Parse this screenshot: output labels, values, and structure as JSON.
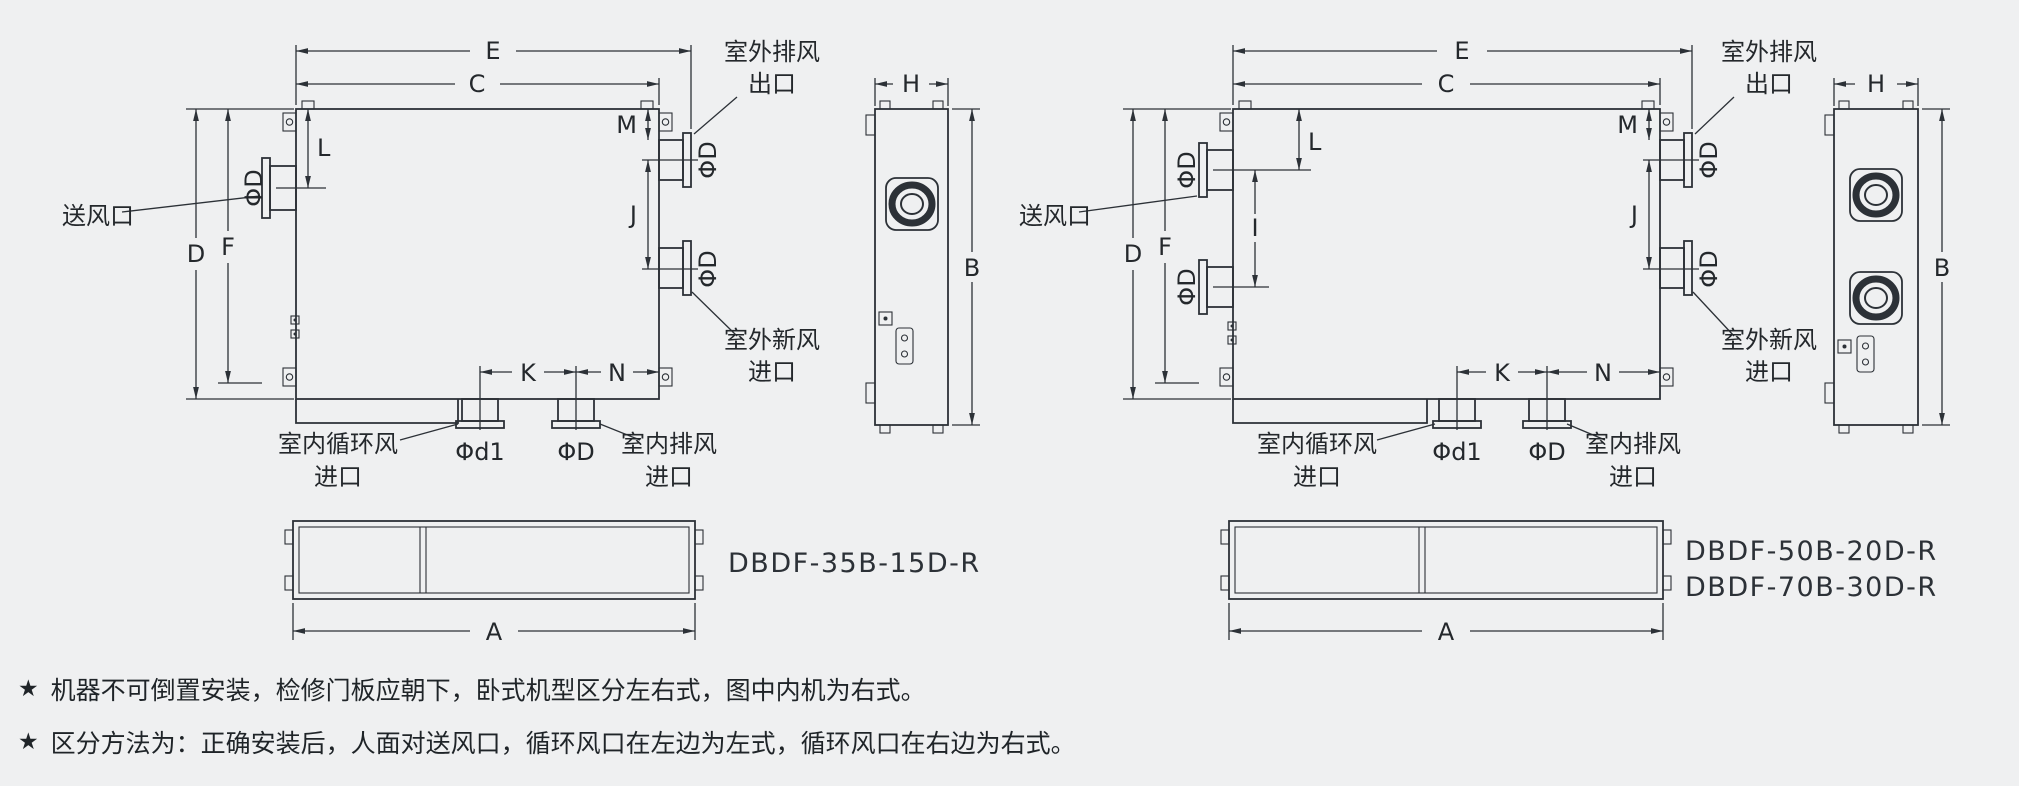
{
  "colors": {
    "background": "#eff0f1",
    "line": "#2c3137",
    "text": "#24282c"
  },
  "unit_left": {
    "model": "DBDF-35B-15D-R",
    "dims": {
      "E": "E",
      "C": "C",
      "D": "D",
      "F": "F",
      "L": "L",
      "M": "M",
      "J": "J",
      "K": "K",
      "N": "N",
      "H": "H",
      "B": "B",
      "A": "A"
    },
    "port_dims": {
      "phiD": "ΦD",
      "phid1": "Φd1"
    },
    "labels": {
      "supply": "送风口",
      "outdoor_exhaust": [
        "室外排风",
        "出口"
      ],
      "outdoor_fresh": [
        "室外新风",
        "进口"
      ],
      "indoor_circulation": [
        "室内循环风",
        "进口"
      ],
      "indoor_exhaust": [
        "室内排风",
        "进口"
      ]
    }
  },
  "unit_right": {
    "models": [
      "DBDF-50B-20D-R",
      "DBDF-70B-30D-R"
    ],
    "dims": {
      "E": "E",
      "C": "C",
      "D": "D",
      "F": "F",
      "I": "I",
      "L": "L",
      "M": "M",
      "J": "J",
      "K": "K",
      "N": "N",
      "H": "H",
      "B": "B",
      "A": "A"
    },
    "port_dims": {
      "phiD": "ΦD",
      "phid1": "Φd1"
    },
    "labels": {
      "supply": "送风口",
      "outdoor_exhaust": [
        "室外排风",
        "出口"
      ],
      "outdoor_fresh": [
        "室外新风",
        "进口"
      ],
      "indoor_circulation": [
        "室内循环风",
        "进口"
      ],
      "indoor_exhaust": [
        "室内排风",
        "进口"
      ]
    }
  },
  "notes": [
    {
      "bullet": "★",
      "text": "机器不可倒置安装，检修门板应朝下，卧式机型区分左右式，图中内机为右式。"
    },
    {
      "bullet": "★",
      "text": "区分方法为：正确安装后，人面对送风口，循环风口在左边为左式，循环风口在右边为右式。"
    }
  ]
}
